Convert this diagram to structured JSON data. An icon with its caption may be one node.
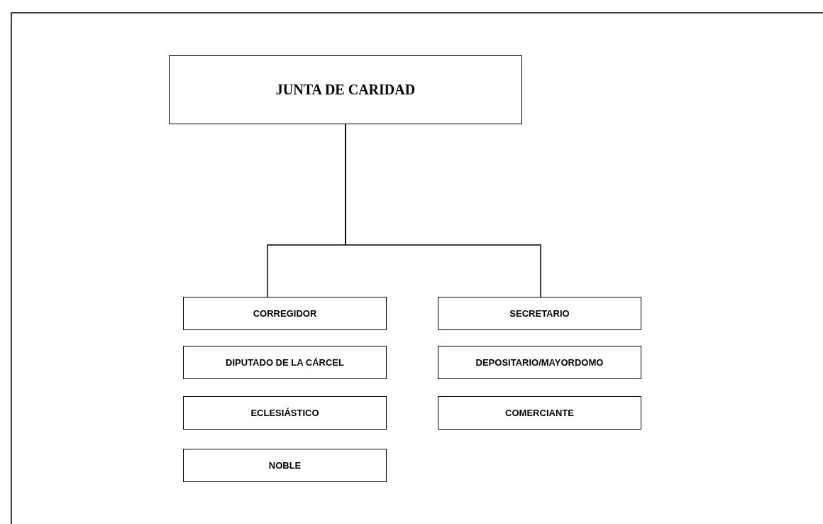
{
  "diagram": {
    "nodes": [
      {
        "text": [
          "JUNTA DE CARIDAD"
        ]
      },
      {
        "text": [
          "CORREGIDOR"
        ]
      },
      {
        "text": [
          "DIPUTADO DE LA CÁRCEL"
        ]
      },
      {
        "text": [
          "ECLESIÁSTICO"
        ]
      },
      {
        "text": [
          "NOBLE"
        ]
      },
      {
        "text": [
          "SECRETARIO"
        ]
      },
      {
        "text": [
          "DEPOSITARIO/MAYORDOMO"
        ]
      },
      {
        "text": [
          "COMERCIANTE"
        ]
      }
    ],
    "edges": [
      {
        "from": 0,
        "to": 1,
        "arrow": "none"
      },
      {
        "from": 0,
        "to": 5,
        "arrow": "none"
      }
    ]
  }
}
